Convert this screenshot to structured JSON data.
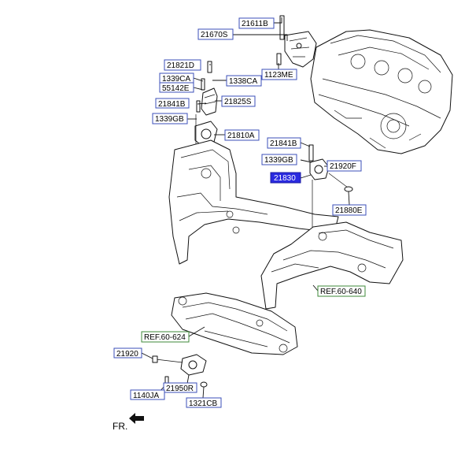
{
  "labels": {
    "l_21611B": "21611B",
    "l_21670S": "21670S",
    "l_21821D": "21821D",
    "l_1339CA": "1339CA",
    "l_55142E": "55142E",
    "l_1338CA": "1338CA",
    "l_1123ME": "1123ME",
    "l_21841B_top": "21841B",
    "l_21825S": "21825S",
    "l_1339GB_top": "1339GB",
    "l_21810A": "21810A",
    "l_21841B_mid": "21841B",
    "l_1339GB_mid": "1339GB",
    "l_21920F": "21920F",
    "l_21830": "21830",
    "l_21880E": "21880E",
    "l_21920": "21920",
    "l_21950R": "21950R",
    "l_1140JA": "1140JA",
    "l_1321CB": "1321CB"
  },
  "refs": {
    "ref_60_640": "REF.60-640",
    "ref_60_624": "REF.60-624"
  },
  "direction": {
    "fr": "FR."
  },
  "colors": {
    "label_border": "#3b4fb8",
    "ref_border": "#3f8a3a",
    "highlight": "#2a2ae0"
  }
}
